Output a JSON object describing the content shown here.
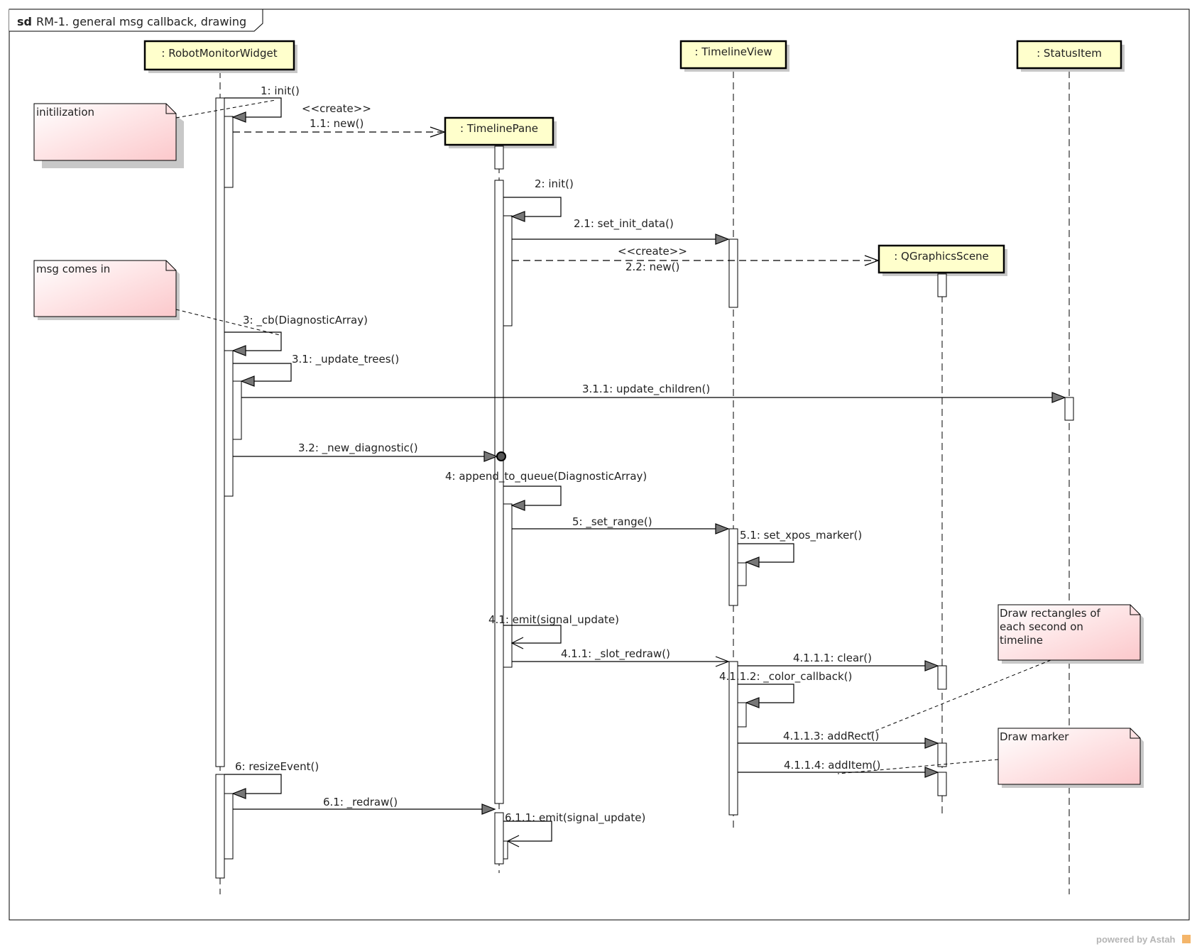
{
  "frame": {
    "keyword": "sd",
    "title": "RM-1. general msg callback, drawing"
  },
  "lifelines": [
    {
      "id": "rmw",
      "name": ": RobotMonitorWidget"
    },
    {
      "id": "tp",
      "name": ": TimelinePane"
    },
    {
      "id": "tv",
      "name": ": TimelineView"
    },
    {
      "id": "qgs",
      "name": ": QGraphicsScene"
    },
    {
      "id": "si",
      "name": ": StatusItem"
    }
  ],
  "messages": [
    {
      "id": "m1",
      "label": "1: init()",
      "kind": "self"
    },
    {
      "id": "m1_1",
      "label": "1.1: new()",
      "stereotype": "<<create>>",
      "kind": "create"
    },
    {
      "id": "m2",
      "label": "2: init()",
      "kind": "self"
    },
    {
      "id": "m2_1",
      "label": "2.1: set_init_data()",
      "kind": "sync"
    },
    {
      "id": "m2_2",
      "label": "2.2: new()",
      "stereotype": "<<create>>",
      "kind": "create"
    },
    {
      "id": "m3",
      "label": "3: _cb(DiagnosticArray)",
      "kind": "self"
    },
    {
      "id": "m3_1",
      "label": "3.1: _update_trees()",
      "kind": "self"
    },
    {
      "id": "m3_1_1",
      "label": "3.1.1: update_children()",
      "kind": "sync"
    },
    {
      "id": "m3_2",
      "label": "3.2: _new_diagnostic()",
      "kind": "sync"
    },
    {
      "id": "m4",
      "label": "4: append_to_queue(DiagnosticArray)",
      "kind": "self"
    },
    {
      "id": "m5",
      "label": "5: _set_range()",
      "kind": "sync"
    },
    {
      "id": "m5_1",
      "label": "5.1: set_xpos_marker()",
      "kind": "self"
    },
    {
      "id": "m4_1",
      "label": "4.1: emit(signal_update)",
      "kind": "self-async"
    },
    {
      "id": "m4_1_1",
      "label": "4.1.1: _slot_redraw()",
      "kind": "async"
    },
    {
      "id": "m4_1_1_1",
      "label": "4.1.1.1: clear()",
      "kind": "sync"
    },
    {
      "id": "m4_1_1_2",
      "label": "4.1.1.2: _color_callback()",
      "kind": "self"
    },
    {
      "id": "m4_1_1_3",
      "label": "4.1.1.3: addRect()",
      "kind": "sync"
    },
    {
      "id": "m4_1_1_4",
      "label": "4.1.1.4: addItem()",
      "kind": "sync"
    },
    {
      "id": "m6",
      "label": "6: resizeEvent()",
      "kind": "self"
    },
    {
      "id": "m6_1",
      "label": "6.1: _redraw()",
      "kind": "sync"
    },
    {
      "id": "m6_1_1",
      "label": "6.1.1: emit(signal_update)",
      "kind": "self-async"
    }
  ],
  "notes": [
    {
      "id": "n1",
      "lines": [
        "initilization"
      ]
    },
    {
      "id": "n2",
      "lines": [
        "msg comes in"
      ]
    },
    {
      "id": "n3",
      "lines": [
        "Draw rectangles of",
        "each second on",
        "timeline"
      ]
    },
    {
      "id": "n4",
      "lines": [
        "Draw marker"
      ]
    }
  ],
  "footer": {
    "powered_by": "powered by Astah"
  },
  "colors": {
    "lifeline_head_fill": "#ffffcc",
    "note_fill_start": "#ffffff",
    "note_fill_end": "#fcc8cb",
    "shadow": "#c8c8c8",
    "line": "#000000",
    "activation_fill": "#ffffff",
    "filled_arrow": "#777777"
  }
}
